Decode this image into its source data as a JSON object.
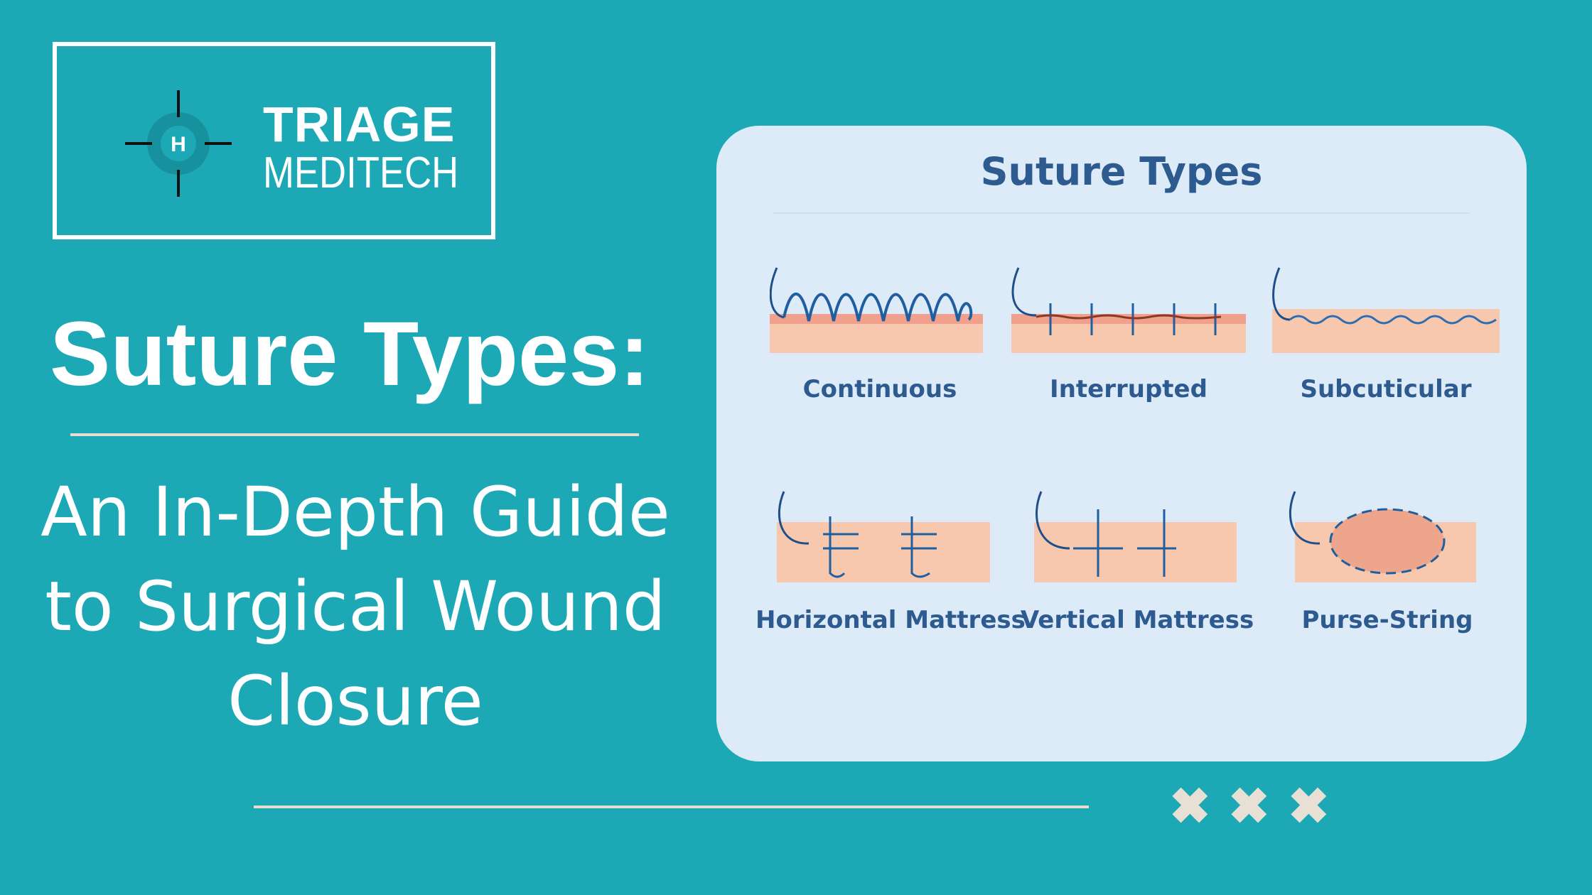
{
  "brand": {
    "logo_letter": "H",
    "name_line1": "TRIAGE",
    "name_line2": "MEDITECH"
  },
  "headline": "Suture Types:",
  "subtitle": {
    "line1": "An In-Depth Guide",
    "line2": "to Surgical Wound",
    "line3": "Closure"
  },
  "card": {
    "title": "Suture Types",
    "types": [
      "Continuous",
      "Interrupted",
      "Subcuticular",
      "Horizontal Mattress",
      "Vertical Mattress",
      "Purse-String"
    ]
  },
  "colors": {
    "background": "#1ca8b5",
    "card": "#ddebf9",
    "title": "#2d5b8f",
    "skin": "#f7c8ad",
    "thread": "#1f4f8a"
  },
  "decor": {
    "marks": [
      "x-icon",
      "x-icon",
      "x-icon"
    ]
  }
}
